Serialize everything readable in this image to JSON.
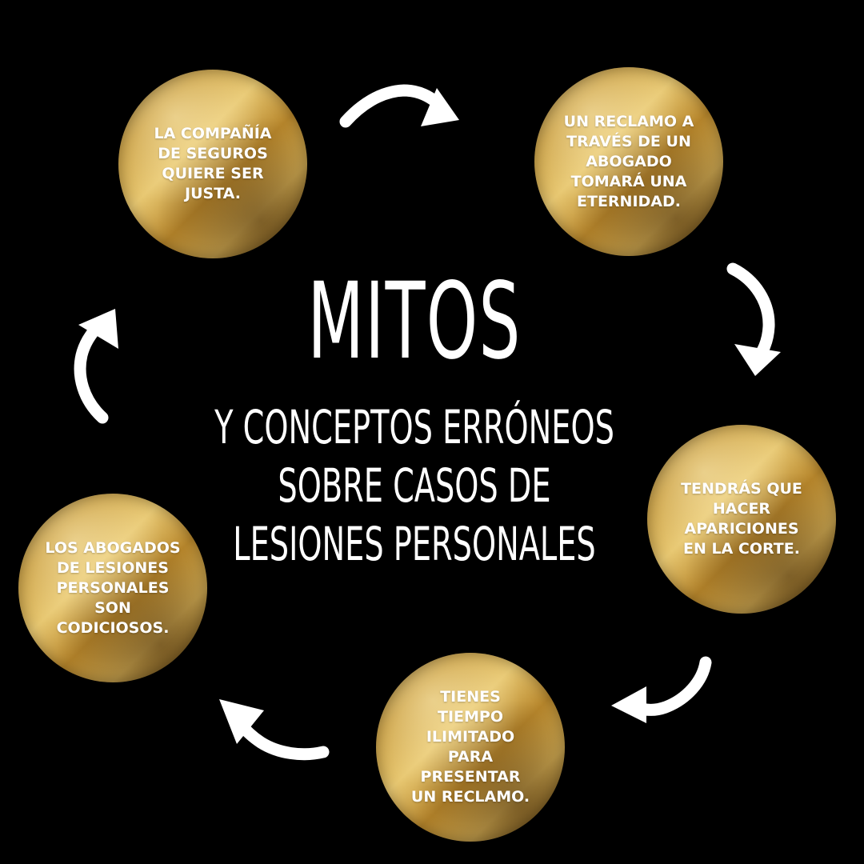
{
  "title": "MITOS",
  "subtitle_lines": [
    "Y CONCEPTOS ERRÓNEOS",
    "SOBRE CASOS DE",
    "LESIONES PERSONALES"
  ],
  "myths": [
    {
      "text": "LA COMPAÑÍA DE SEGUROS QUIERE SER JUSTA."
    },
    {
      "text": "UN RECLAMO A TRAVÉS DE UN ABOGADO TOMARÁ UNA ETERNIDAD."
    },
    {
      "text": "TENDRÁS QUE HACER APARICIONES EN LA CORTE."
    },
    {
      "text": "TIENES TIEMPO ILIMITADO PARA PRESENTAR UN RECLAMO."
    },
    {
      "text": "LOS ABOGADOS DE LESIONES PERSONALES SON CODICIOSOS."
    }
  ],
  "colors": {
    "background": "#000000",
    "text": "#FFFFFF",
    "gold": "#C79A3A",
    "arrow": "#FFFFFF"
  },
  "icons": [
    "curved-arrow-icon"
  ]
}
